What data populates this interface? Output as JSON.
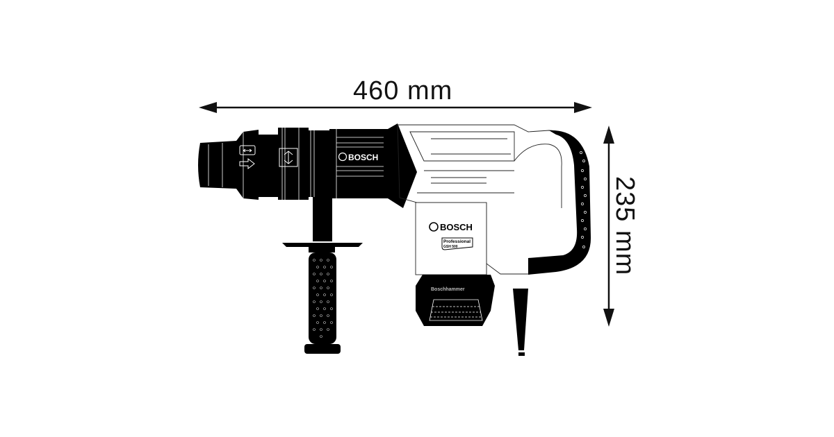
{
  "diagram": {
    "type": "technical-dimension-drawing",
    "subject": "demolition hammer side view"
  },
  "dimensions": {
    "width": {
      "value": 460,
      "unit": "mm",
      "label": "460 mm",
      "orientation": "horizontal"
    },
    "height": {
      "value": 235,
      "unit": "mm",
      "label": "235 mm",
      "orientation": "vertical"
    }
  },
  "tool": {
    "brand_logo_barrel": "BOSCH",
    "brand_logo_body": "BOSCH",
    "badge_line1": "Professional",
    "badge_line2": "GSH 500",
    "housing_text": "Boschhammer"
  },
  "colors": {
    "ink": "#000000",
    "paper": "#ffffff",
    "line": "#111111"
  }
}
